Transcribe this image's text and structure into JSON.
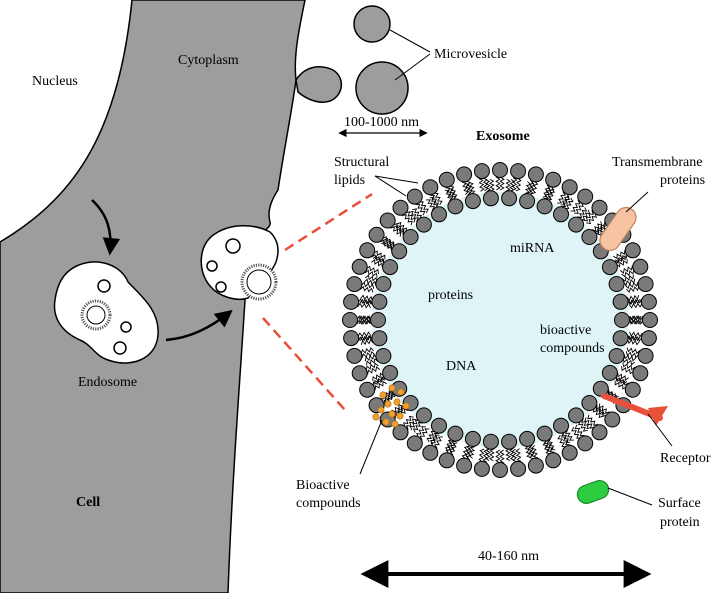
{
  "labels": {
    "nucleus": "Nucleus",
    "cytoplasm": "Cytoplasm",
    "microvesicle": "Microvesicle",
    "microvesicle_size": "100-1000 nm",
    "exosome": "Exosome",
    "structural_lipids_line1": "Structural",
    "structural_lipids_line2": "lipids",
    "transmembrane_line1": "Transmembrane",
    "transmembrane_line2": "proteins",
    "mirna": "miRNA",
    "proteins": "proteins",
    "bioactive_inner_line1": "bioactive",
    "bioactive_inner_line2": "compounds",
    "dna": "DNA",
    "receptor": "Receptor",
    "bioactive_outer_line1": "Bioactive",
    "bioactive_outer_line2": "compounds",
    "surface_line1": "Surface",
    "surface_line2": "protein",
    "endosome": "Endosome",
    "cell": "Cell",
    "exosome_size": "40-160 nm"
  },
  "colors": {
    "cell": "#9d9d9d",
    "lipid_head": "#7a7a7a",
    "lumen": "#dff4f6",
    "transmembrane_protein": "#f6c4a3",
    "receptor": "#e8503a",
    "surface_protein": "#2ecc40",
    "bioactive_particle": "#f0a030",
    "dashed_line": "#e8503a"
  }
}
